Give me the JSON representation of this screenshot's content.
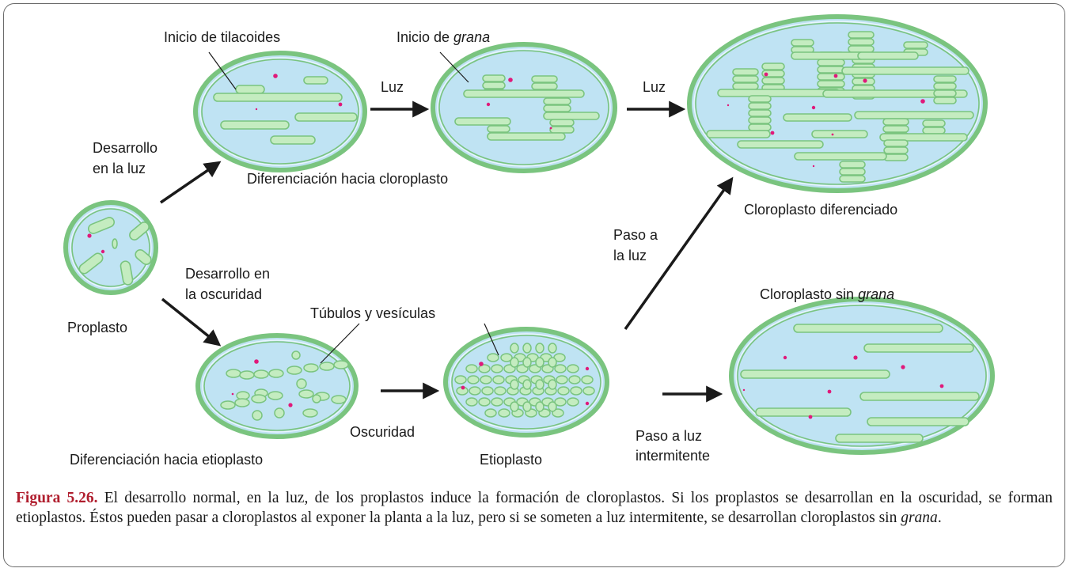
{
  "labels": {
    "inicio_tilacoides": "Inicio de tilacoides",
    "inicio_de": "Inicio de ",
    "grana": "grana",
    "luz": "Luz",
    "desarrollo_luz_1": "Desarrollo",
    "desarrollo_luz_2": "en la luz",
    "dif_cloroplasto": "Diferenciación hacia cloroplasto",
    "cloroplasto_diferenciado": "Cloroplasto diferenciado",
    "paso_luz_1": "Paso a",
    "paso_luz_2": "la luz",
    "desarrollo_osc_1": "Desarrollo en",
    "desarrollo_osc_2": "la oscuridad",
    "proplasto": "Proplasto",
    "tubulos": "Túbulos y vesículas",
    "cloroplasto_sin": "Cloroplasto sin ",
    "oscuridad": "Oscuridad",
    "dif_etioplasto": "Diferenciación hacia etioplasto",
    "etioplasto": "Etioplasto",
    "paso_intermitente_1": "Paso a luz",
    "paso_intermitente_2": "intermitente"
  },
  "caption": {
    "figure": "Figura 5.26.",
    "text": "El desarrollo normal, en la luz, de los proplastos induce la formación de cloroplastos. Si los proplastos se desarrollan en la oscuridad, se forman etioplastos. Éstos pueden pasar a cloroplastos al exponer la planta a la luz, pero si se someten a luz intermitente, se desarrollan cloroplastos sin ",
    "grana": "grana",
    "end": "."
  },
  "colors": {
    "stroma": "#bfe3f3",
    "membrane": "#7ac47f",
    "thylakoid": "#c4ecc0",
    "dot": "#e0197a",
    "caption_label": "#b01e2e"
  }
}
